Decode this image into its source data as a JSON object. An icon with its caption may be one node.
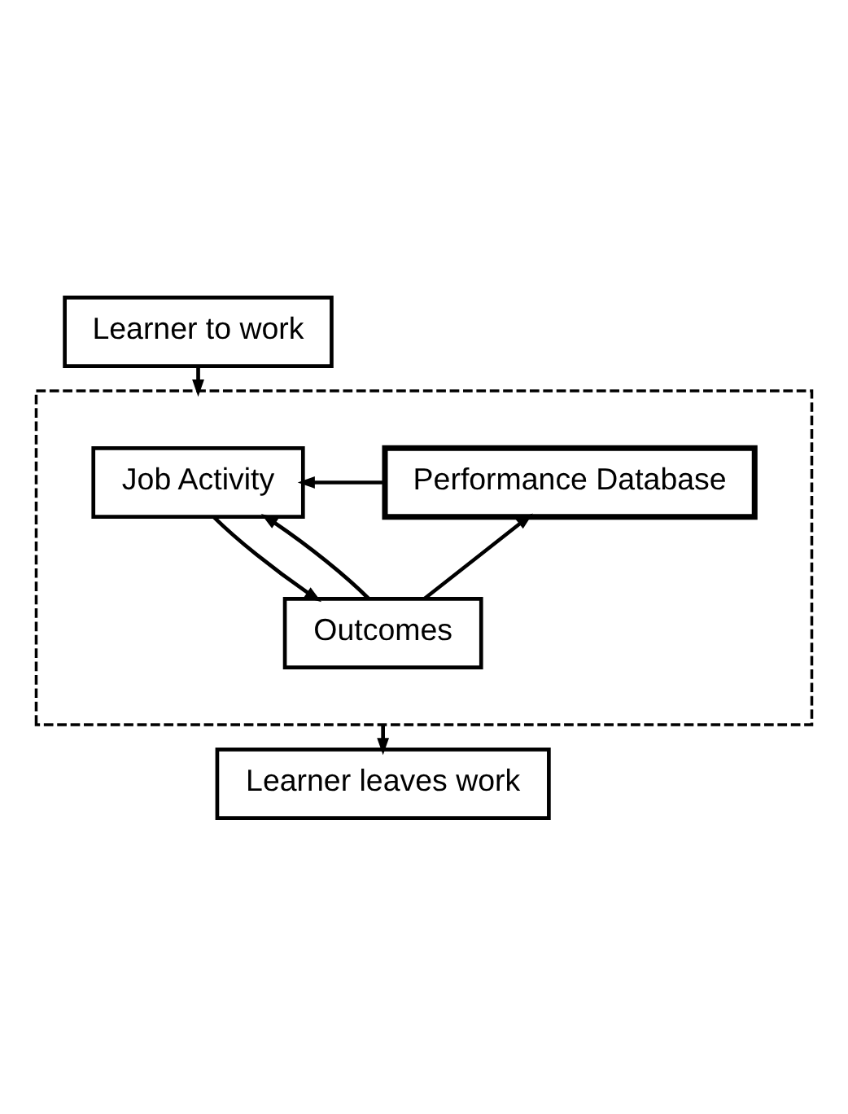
{
  "diagram": {
    "nodes": [
      {
        "text": [
          "Learner to work"
        ]
      },
      {
        "text": [],
        "shape": "box"
      },
      {
        "text": [
          "Job Activity"
        ],
        "in": 1
      },
      {
        "text": [
          "Performance Database"
        ],
        "in": 1
      },
      {
        "text": [
          "Outcomes"
        ],
        "in": 1
      },
      {
        "text": [
          "Learner leaves work"
        ]
      }
    ],
    "edges": [
      {
        "from": 0,
        "to": 1,
        "arrow": "to"
      },
      {
        "from": 3,
        "to": 2,
        "arrow": "to"
      },
      {
        "from": 2,
        "to": 4,
        "arrow": "to"
      },
      {
        "from": 4,
        "to": 2,
        "arrow": "to"
      },
      {
        "from": 4,
        "to": 3,
        "arrow": "to"
      },
      {
        "from": 1,
        "to": 5,
        "arrow": "to"
      }
    ]
  }
}
